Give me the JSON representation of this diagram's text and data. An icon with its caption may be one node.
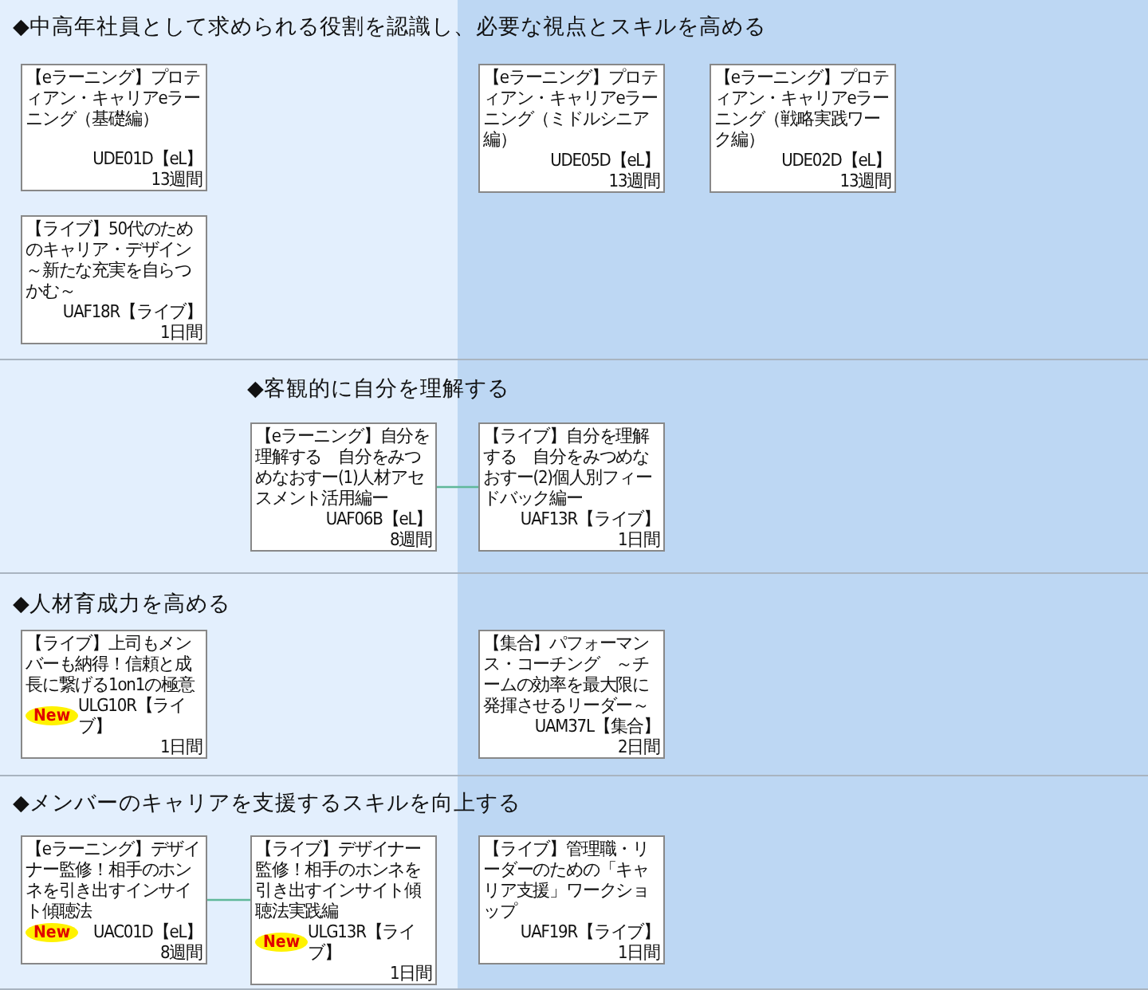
{
  "diagram": {
    "nodes": [
      {
        "text": [
          "◆中高年社員として求められる役割を認識し、必要な視点とスキルを高める"
        ]
      },
      {
        "text": [
          "【eラーニング】プロティアン・キャリアeラーニング（基礎編）",
          "UDE01D【eL】",
          "13週間"
        ],
        "in": 0
      },
      {
        "text": [
          "【eラーニング】プロティアン・キャリアeラーニング（ミドルシニア編）",
          "UDE05D【eL】",
          "13週間"
        ],
        "in": 0
      },
      {
        "text": [
          "【eラーニング】プロティアン・キャリアeラーニング（戦略実践ワーク編）",
          "UDE02D【eL】",
          "13週間"
        ],
        "in": 0
      },
      {
        "text": [
          "【ライブ】50代のためのキャリア・デザイン～新たな充実を自らつかむ～",
          "UAF18R【ライブ】",
          "1日間"
        ],
        "in": 0
      },
      {
        "text": [
          "◆客観的に自分を理解する"
        ]
      },
      {
        "text": [
          "【eラーニング】自分を理解する　自分をみつめなおすー(1)人材アセスメント活用編ー",
          "UAF06B【eL】",
          "8週間"
        ],
        "in": 5
      },
      {
        "text": [
          "【ライブ】自分を理解する　自分をみつめなおすー(2)個人別フィードバック編ー",
          "UAF13R【ライブ】",
          "1日間"
        ],
        "in": 5
      },
      {
        "text": [
          "◆人材育成力を高める"
        ]
      },
      {
        "text": [
          "【ライブ】上司もメンバーも納得！信頼と成長に繋げる1on1の極意",
          "New",
          "ULG10R【ライブ】",
          "1日間"
        ],
        "in": 8
      },
      {
        "text": [
          "【集合】パフォーマンス・コーチング　～チームの効率を最大限に発揮させるリーダー～",
          "UAM37L【集合】",
          "2日間"
        ],
        "in": 8
      },
      {
        "text": [
          "◆メンバーのキャリアを支援するスキルを向上する"
        ]
      },
      {
        "text": [
          "【eラーニング】デザイナー監修！相手のホンネを引き出すインサイト傾聴法",
          "New",
          "UAC01D【eL】",
          "8週間"
        ],
        "in": 11
      },
      {
        "text": [
          "【ライブ】デザイナー監修！相手のホンネを引き出すインサイト傾聴法実践編",
          "New",
          "ULG13R【ライブ】",
          "1日間"
        ],
        "in": 11
      },
      {
        "text": [
          "【ライブ】管理職・リーダーのための「キャリア支援」ワークショップ",
          "UAF19R【ライブ】",
          "1日間"
        ],
        "in": 11
      }
    ],
    "edges": [
      {
        "from": 6,
        "to": 7,
        "arrow": "none",
        "color": "#5fb89a"
      },
      {
        "from": 12,
        "to": 13,
        "arrow": "none",
        "color": "#5fb89a"
      }
    ]
  }
}
